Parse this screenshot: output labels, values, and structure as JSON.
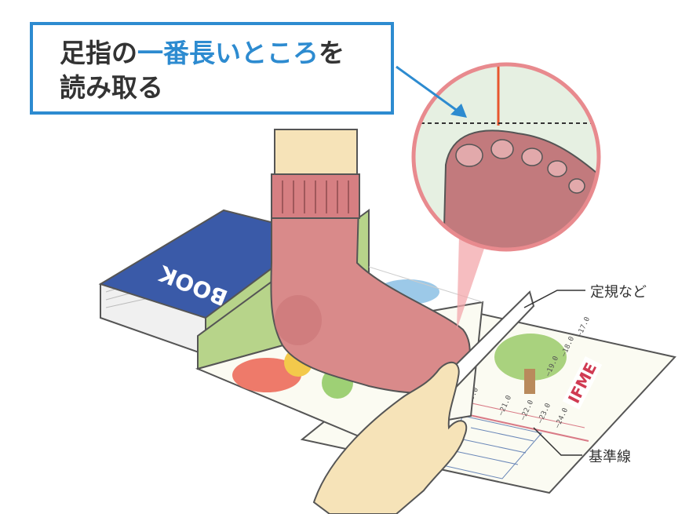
{
  "callout": {
    "line1_prefix": "足指の",
    "line1_highlight": "一番長いところ",
    "line1_suffix": "を",
    "line2": "読み取る"
  },
  "book_label": "BOOK",
  "labels": {
    "ruler": "定規など",
    "baseline": "基準線"
  },
  "sheet": {
    "brand": "IFME",
    "ticks": [
      "–17.0",
      "–18.0",
      "–19.0",
      "–20.0",
      "–21.0",
      "–22.0",
      "–23.0",
      "–24.0"
    ]
  },
  "colors": {
    "accent": "#2d8bd0",
    "sock": "#d98a8a",
    "book_cover": "#3a5aa8",
    "wall": "#b7d48a",
    "magnifier_ring": "#e88a8e",
    "marker": "#e8562e"
  }
}
